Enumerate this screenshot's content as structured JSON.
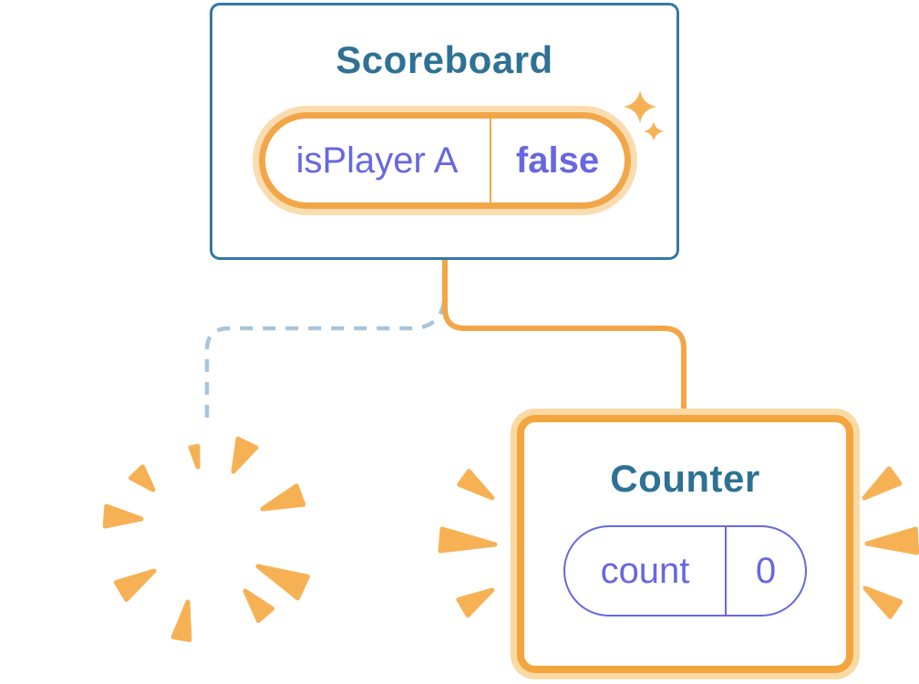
{
  "components": {
    "scoreboard": {
      "title": "Scoreboard",
      "state_name": "isPlayer A",
      "state_value": "false"
    },
    "counter": {
      "title": "Counter",
      "state_name": "count",
      "state_value": "0"
    }
  },
  "colors": {
    "background": "#FFFFFF",
    "card_background": "#FFFFFF",
    "card_border_blue": "#3478A6",
    "title_blue": "#2F7195",
    "state_purple": "#6767E1",
    "highlight_orange": "#F2A648",
    "highlight_orange_light": "#FADCB0",
    "burst_orange": "#F7B155",
    "dashed_line_blue": "#A9C4DB"
  },
  "icons": {
    "sparkles": "sparkles-icon",
    "poof_burst": "poof-burst-icon",
    "emphasis_rays": "emphasis-rays-icon"
  }
}
